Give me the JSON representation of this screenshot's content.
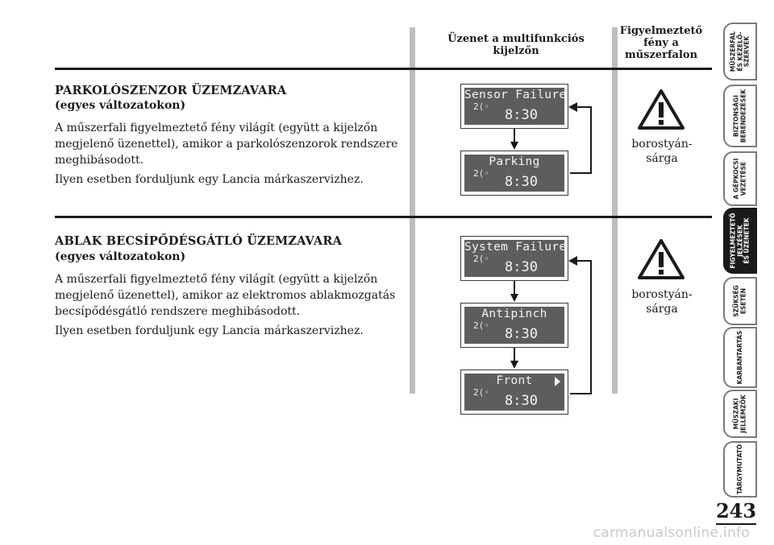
{
  "column_headers": {
    "message": [
      "Üzenet a multifunkciós",
      "kijelzőn"
    ],
    "warning_light": [
      "Figyelmeztető",
      "fény a",
      "műszerfalon"
    ]
  },
  "sections": [
    {
      "title": "PARKOLÓSZENZOR ÜZEMZAVARA",
      "subtitle": "(egyes változatokon)",
      "body_lines": [
        "A műszerfali figyelmeztető fény világít (együtt a kijelzőn",
        "megjelenő üzenettel), amikor a parkolószenzorok rendszere",
        "meghibásodott."
      ],
      "note": "Ilyen esetben forduljunk egy Lancia márkaszervizhez.",
      "displays": [
        {
          "title": "Sensor Failure",
          "gear": "2",
          "time": "8:30"
        },
        {
          "title": "Parking",
          "gear": "2",
          "time": "8:30"
        }
      ],
      "warning_label": [
        "borostyán-",
        "sárga"
      ]
    },
    {
      "title": "ABLAK BECSÍPŐDÉSGÁTLÓ ÜZEMZAVARA",
      "subtitle": "(egyes változatokon)",
      "body_lines": [
        "A műszerfali figyelmeztető fény világít (együtt a kijelzőn",
        "megjelenő üzenettel), amikor az elektromos ablakmozgatás",
        "becsípődésgátló rendszere meghibásodott."
      ],
      "note": "Ilyen esetben forduljunk egy Lancia márkaszervizhez.",
      "displays": [
        {
          "title": "System Failure",
          "gear": "2",
          "time": "8:30"
        },
        {
          "title": "Antipinch",
          "gear": "2",
          "time": "8:30"
        },
        {
          "title": "Front",
          "gear": "2",
          "time": "8:30"
        }
      ],
      "warning_label": [
        "borostyán-",
        "sárga"
      ]
    }
  ],
  "side_tabs": [
    {
      "lines": [
        "MŰSZERFAL",
        "ÉS KEZELŐ-",
        "SZERVEK"
      ],
      "active": false
    },
    {
      "lines": [
        "BIZTONSÁGI",
        "BERENDEZÉSEK"
      ],
      "active": false
    },
    {
      "lines": [
        "A GÉPKOCSI",
        "VEZETÉSE"
      ],
      "active": false
    },
    {
      "lines": [
        "FIGYELMEZTETŐ",
        "JELZÉSEK",
        "ÉS ÜZENETEK"
      ],
      "active": true
    },
    {
      "lines": [
        "SZÜKSÉG",
        "ESETÉN"
      ],
      "active": false
    },
    {
      "lines": [
        "KARBANTARTÁS"
      ],
      "active": false
    },
    {
      "lines": [
        "MŰSZAKI",
        "JELLEMZŐK"
      ],
      "active": false
    },
    {
      "lines": [
        "TÁRGYMUTATÓ"
      ],
      "active": false
    }
  ],
  "page_number": "243",
  "footer_watermark": "carmanualsonline.info"
}
